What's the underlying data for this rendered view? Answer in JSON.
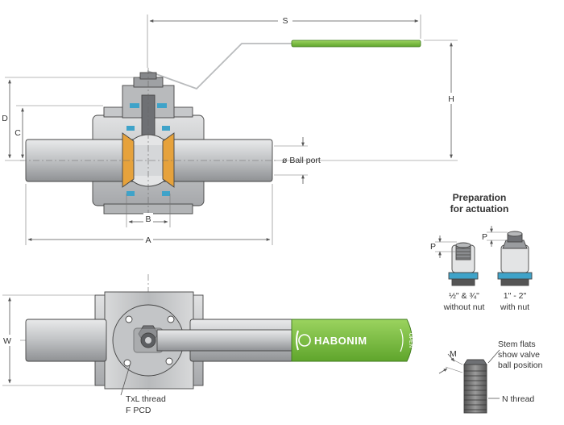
{
  "dimensions": {
    "S": "S",
    "H": "H",
    "D": "D",
    "C": "C",
    "B": "B",
    "A": "A",
    "W": "W",
    "ball_port": "ø Ball port"
  },
  "preparation": {
    "title_line1": "Preparation",
    "title_line2": "for actuation",
    "p_label": "P",
    "small_size_line1": "½\" & ¾\"",
    "small_size_line2": "without nut",
    "large_size_line1": "1\" - 2\"",
    "large_size_line2": "with nut"
  },
  "stem": {
    "m_label": "M",
    "note_line1": "Stem flats",
    "note_line2": "show valve",
    "note_line3": "ball position",
    "n_label": "N thread"
  },
  "bottom_view": {
    "txl_label": "TxL thread",
    "pcd_label": "F PCD"
  },
  "handle": {
    "brand": "HABONIM",
    "open_text": "OPEN"
  },
  "colors": {
    "handle_green": "#7fc241",
    "seat_orange": "#e6a23c",
    "seal_blue": "#3fa3c9",
    "body_gray": "#c9cacc",
    "body_dark": "#9a9c9f"
  }
}
